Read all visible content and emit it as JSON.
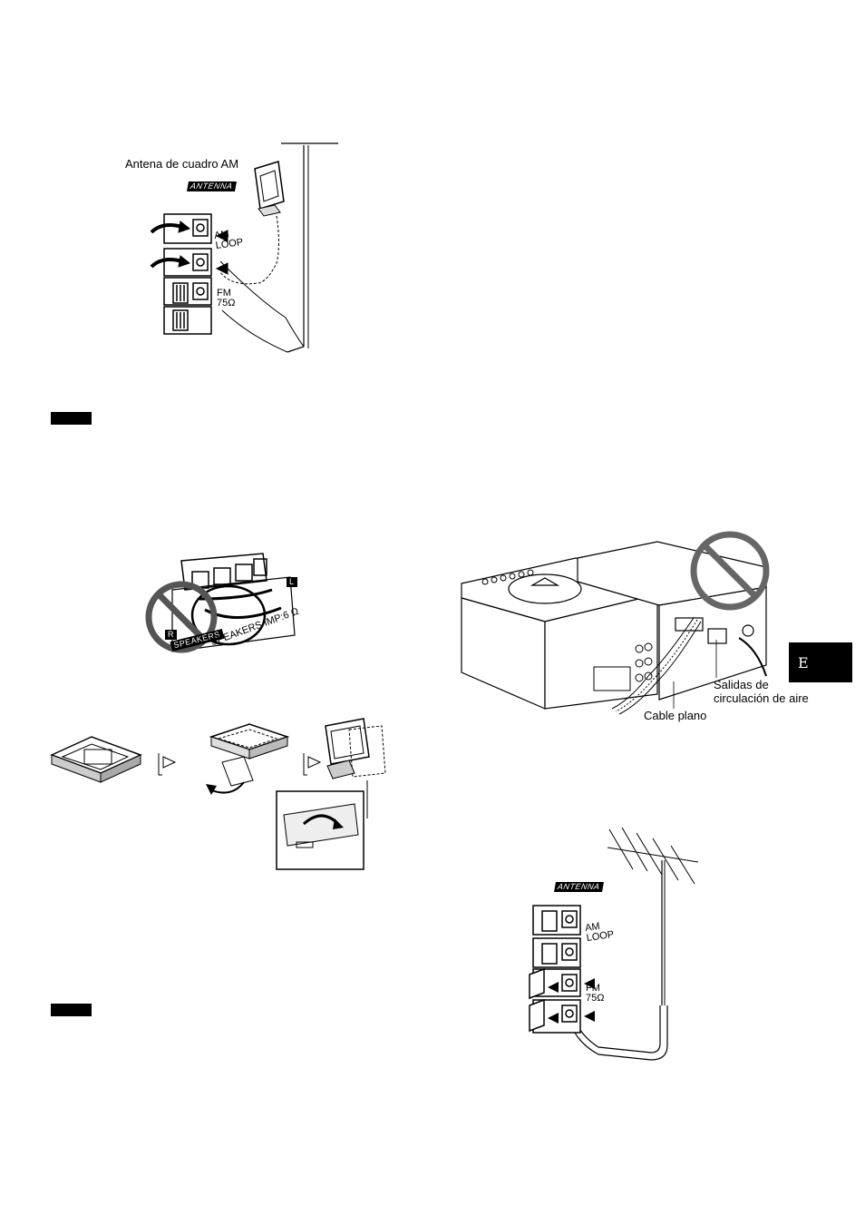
{
  "antenna_diagram_top": {
    "am_loop_label": "Antena de cuadro AM",
    "antenna_tag": "ANTENNA",
    "am_terminal": "AM\nLOOP",
    "fm_terminal": "FM\n75Ω"
  },
  "speaker_diagram": {
    "speakers_tag": "SPEAKERS",
    "impedance_label": "SPEAKERS IMP:6 Ω",
    "left_tag": "L",
    "right_tag": "R"
  },
  "unit_diagram": {
    "air_vents_label": "Salidas de\ncirculación de aire",
    "ribbon_cable_label": "Cable plano"
  },
  "antenna_diagram_bottom": {
    "antenna_tag": "ANTENNA",
    "am_terminal": "AM\nLOOP",
    "fm_terminal": "FM\n75Ω"
  },
  "side_tab": {
    "language_letter": "E"
  }
}
